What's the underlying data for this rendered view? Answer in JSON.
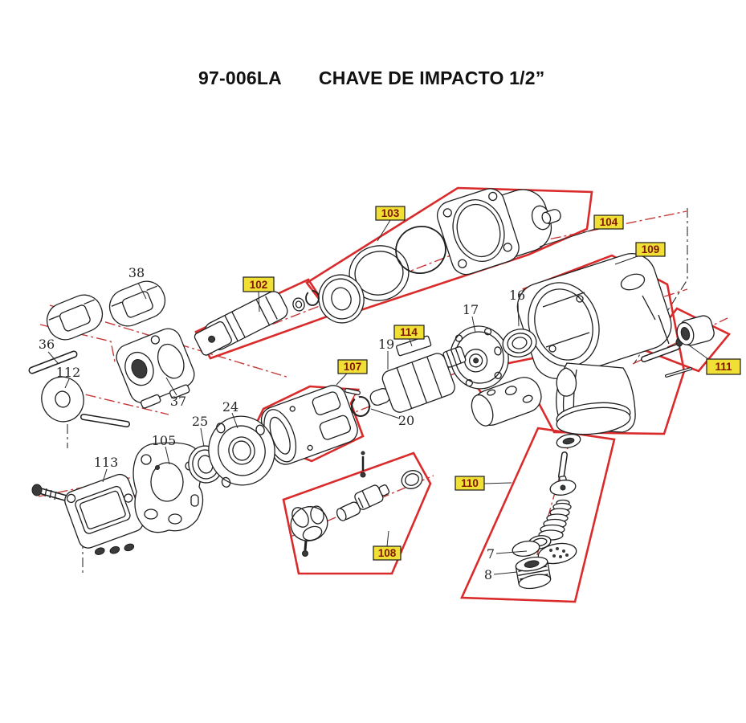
{
  "title": {
    "model": "97-006LA",
    "product": "CHAVE DE IMPACTO 1/2”"
  },
  "colors": {
    "group_outline": "#d92b2b",
    "centerline": "#c73a3a",
    "label_bg": "#f0df35",
    "label_border": "#1a1a1a",
    "label_text": "#801500",
    "line": "#1f1f1f",
    "number": "#262626"
  },
  "group_labels": [
    {
      "text": "102"
    },
    {
      "text": "103"
    },
    {
      "text": "104"
    },
    {
      "text": "107"
    },
    {
      "text": "108"
    },
    {
      "text": "109"
    },
    {
      "text": "110"
    },
    {
      "text": "111"
    },
    {
      "text": "114"
    }
  ],
  "part_numbers": [
    {
      "text": "38"
    },
    {
      "text": "36"
    },
    {
      "text": "112"
    },
    {
      "text": "37"
    },
    {
      "text": "24"
    },
    {
      "text": "25"
    },
    {
      "text": "105"
    },
    {
      "text": "113"
    },
    {
      "text": "17"
    },
    {
      "text": "16"
    },
    {
      "text": "19"
    },
    {
      "text": "20"
    },
    {
      "text": "7"
    },
    {
      "text": "8"
    }
  ]
}
